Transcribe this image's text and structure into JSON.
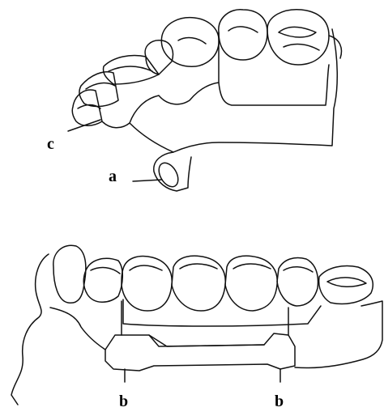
{
  "figure": {
    "upper_view": {
      "labels": {
        "c": "c",
        "a": "a"
      }
    },
    "lower_view": {
      "labels": {
        "b_left": "b",
        "b_right": "b"
      }
    }
  },
  "colors": {
    "line": "#111111",
    "background": "#ffffff",
    "label": "#000000"
  }
}
